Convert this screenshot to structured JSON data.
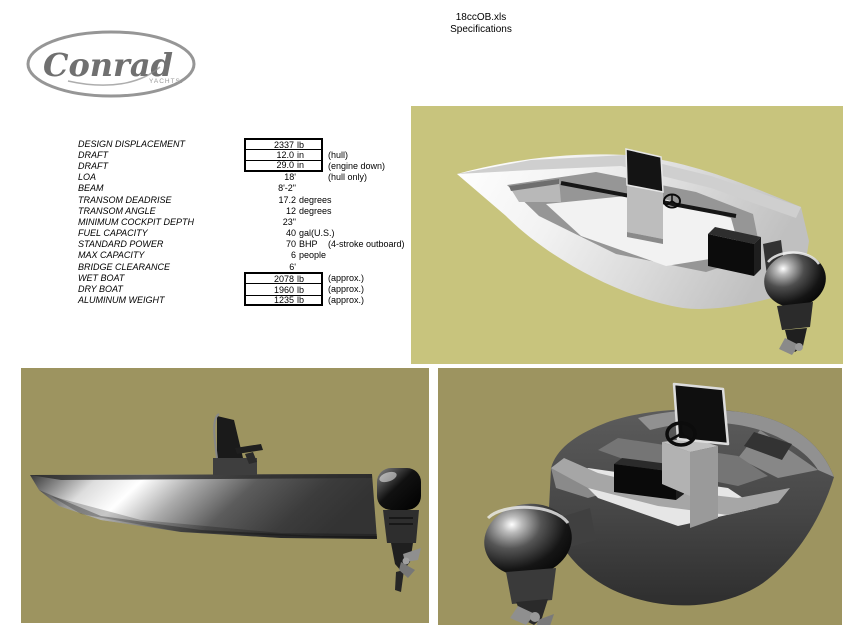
{
  "header": {
    "filename": "18ccOB.xls",
    "subtitle": "Specifications"
  },
  "logo": {
    "name": "Conrad",
    "tagline": "YACHTS."
  },
  "specs": {
    "rows": [
      {
        "label": "DESIGN DISPLACEMENT",
        "value": "2337",
        "unit": "lb",
        "note": ""
      },
      {
        "label": "DRAFT",
        "value": "12.0",
        "unit": "in",
        "note": "(hull)"
      },
      {
        "label": "DRAFT",
        "value": "29.0",
        "unit": "in",
        "note": "(engine down)"
      },
      {
        "label": "LOA",
        "value": "18'",
        "unit": "",
        "note": "(hull only)"
      },
      {
        "label": "BEAM",
        "value": "8'-2\"",
        "unit": "",
        "note": ""
      },
      {
        "label": "TRANSOM DEADRISE",
        "value": "17.2",
        "unit": "degrees",
        "note": ""
      },
      {
        "label": "TRANSOM ANGLE",
        "value": "12",
        "unit": "degrees",
        "note": ""
      },
      {
        "label": "MINIMUM COCKPIT DEPTH",
        "value": "23\"",
        "unit": "",
        "note": ""
      },
      {
        "label": "FUEL CAPACITY",
        "value": "40",
        "unit": "gal(U.S.)",
        "note": ""
      },
      {
        "label": "STANDARD POWER",
        "value": "70",
        "unit": "BHP",
        "note": "(4-stroke outboard)"
      },
      {
        "label": "MAX CAPACITY",
        "value": "6",
        "unit": "people",
        "note": ""
      },
      {
        "label": "BRIDGE CLEARANCE",
        "value": "6'",
        "unit": "",
        "note": ""
      },
      {
        "label": "WET BOAT",
        "value": "2078",
        "unit": "lb",
        "note": "(approx.)"
      },
      {
        "label": "DRY BOAT",
        "value": "1960",
        "unit": "lb",
        "note": "(approx.)"
      },
      {
        "label": "ALUMINUM WEIGHT",
        "value": "1235",
        "unit": "lb",
        "note": "(approx.)"
      }
    ]
  },
  "colors": {
    "page_bg": "#ffffff",
    "render_bg_light": "#c8c47d",
    "render_bg_dark": "#9d9460",
    "logo_gray": "#8f8f8f",
    "text": "#000000"
  }
}
